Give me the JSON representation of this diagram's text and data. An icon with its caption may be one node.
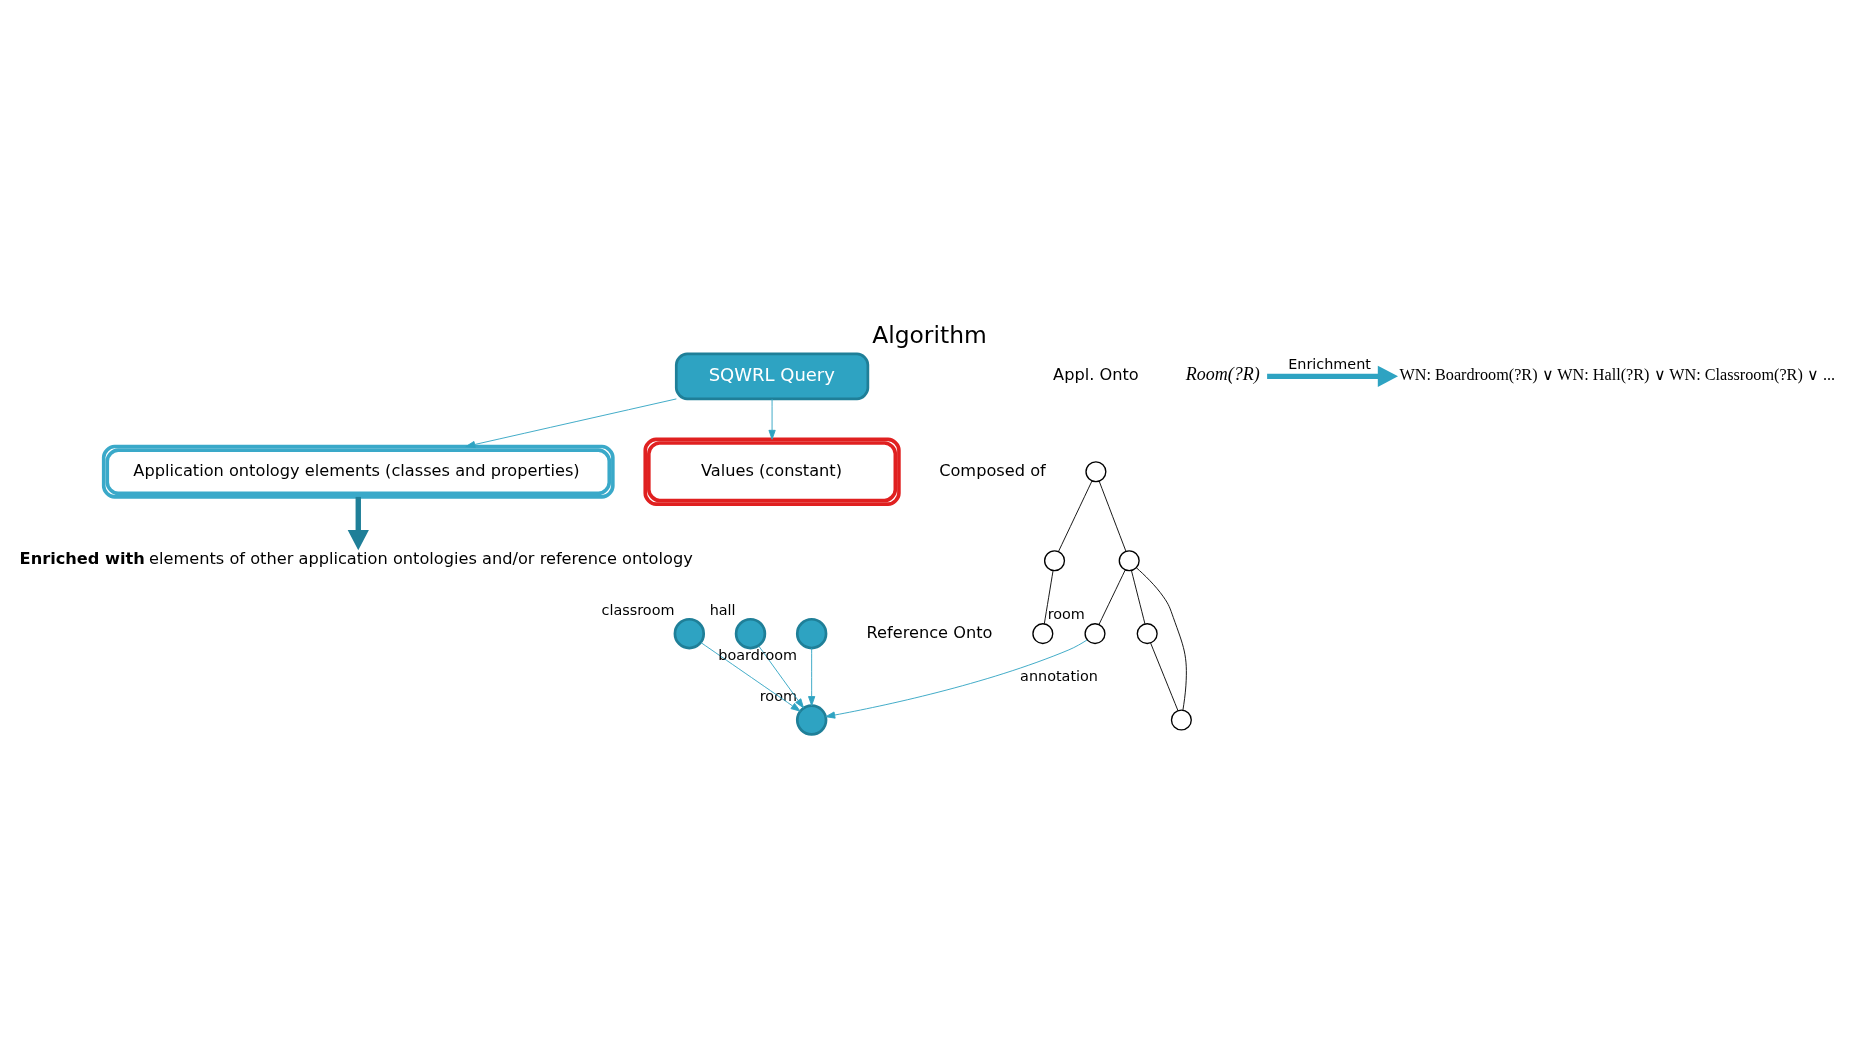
{
  "diagram": {
    "title": "Algorithm",
    "nodes": [
      {
        "text": [
          "SQWRL Query"
        ]
      },
      {
        "text": [
          "Application ontology elements (classes and properties)"
        ]
      },
      {
        "text": [
          "Values (constant)"
        ]
      },
      {
        "text": [
          "**Enriched with** elements of other application ontologies and/or reference ontology"
        ]
      },
      {
        "text": [],
        "shape": "circle"
      },
      {
        "text": [],
        "shape": "circle"
      },
      {
        "text": [],
        "shape": "circle"
      },
      {
        "text": [],
        "shape": "circle"
      },
      {
        "text": [],
        "shape": "circle",
        "beside": [
          "room"
        ]
      },
      {
        "text": [],
        "shape": "circle"
      },
      {
        "text": [],
        "shape": "circle"
      },
      {
        "text": [],
        "shape": "circle",
        "beside": [
          "room"
        ]
      },
      {
        "text": [],
        "shape": "circle",
        "beside": [
          "classroom"
        ]
      },
      {
        "text": [],
        "shape": "circle",
        "beside": [
          "hall"
        ]
      },
      {
        "text": [],
        "shape": "circle",
        "beside": [
          "boardroom"
        ]
      },
      {
        "text": [
          "Room(?R)"
        ]
      },
      {
        "text": [
          "WN: Boardroom(?R) ∨ WN: Hall(?R) ∨ WN: Classroom(?R) ∨ ..."
        ]
      }
    ],
    "edges": [
      {
        "from": 0,
        "to": 1,
        "arrow": "to",
        "color": "#2ea3c2"
      },
      {
        "from": 0,
        "to": 2,
        "arrow": "to",
        "color": "#2ea3c2"
      },
      {
        "from": 1,
        "to": 3,
        "arrow": "to",
        "style": "thick",
        "color": "#1f7f98"
      },
      {
        "from": 4,
        "to": 5,
        "arrow": "none",
        "color": "#000000"
      },
      {
        "from": 4,
        "to": 7,
        "arrow": "none",
        "color": "#000000"
      },
      {
        "from": 5,
        "to": 6,
        "arrow": "none",
        "color": "#000000"
      },
      {
        "from": 7,
        "to": 8,
        "arrow": "none",
        "color": "#000000"
      },
      {
        "from": 7,
        "to": 9,
        "arrow": "none",
        "color": "#000000"
      },
      {
        "from": 7,
        "to": 10,
        "arrow": "none",
        "color": "#000000"
      },
      {
        "from": 9,
        "to": 10,
        "arrow": "none",
        "color": "#000000"
      },
      {
        "from": 8,
        "to": 11,
        "arrow": "to",
        "label": "annotation",
        "color": "#2ea3c2"
      },
      {
        "from": 12,
        "to": 11,
        "arrow": "to",
        "color": "#2ea3c2"
      },
      {
        "from": 13,
        "to": 11,
        "arrow": "to",
        "color": "#2ea3c2"
      },
      {
        "from": 14,
        "to": 11,
        "arrow": "to",
        "color": "#2ea3c2"
      },
      {
        "from": 15,
        "to": 16,
        "arrow": "to",
        "label": "Enrichment",
        "style": "thick",
        "color": "#2ea3c2"
      }
    ],
    "labels": [
      "Composed of",
      "Reference Onto",
      "Appl. Onto"
    ]
  }
}
